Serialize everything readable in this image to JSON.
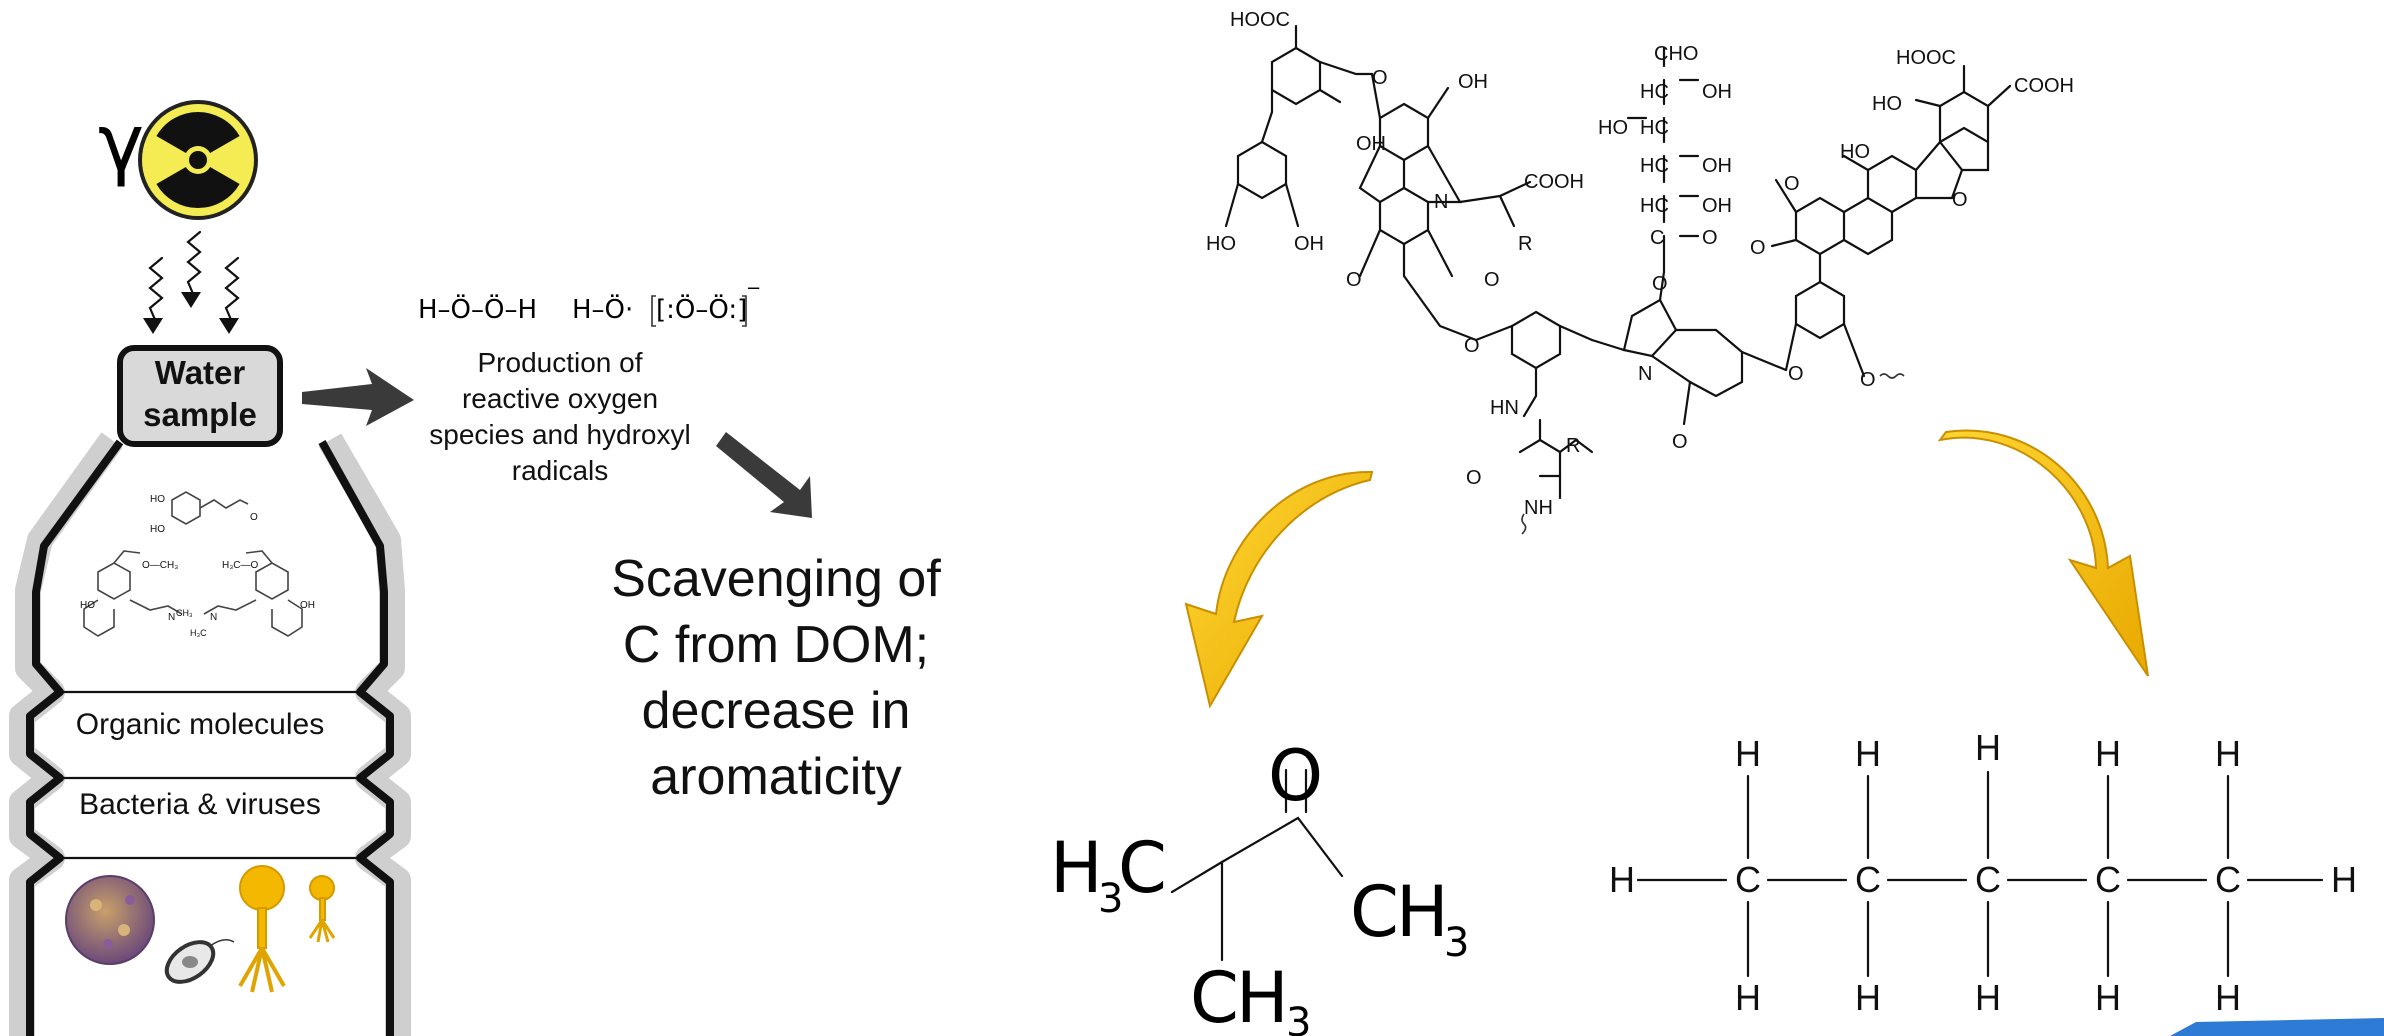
{
  "gamma": {
    "symbol": "γ"
  },
  "sample": {
    "line1": "Water",
    "line2": "sample"
  },
  "compartments": {
    "organic": "Organic molecules",
    "bacteria": "Bacteria & viruses"
  },
  "ros": {
    "species": [
      "H–Ö–Ö–H",
      "H–Ö·",
      "[:Ö–Ö:]"
    ],
    "charge": "−",
    "caption": [
      "Production of",
      "reactive oxygen",
      "species and hydroxyl",
      "radicals"
    ]
  },
  "scavenging": {
    "lines": [
      "Scavenging  of",
      "C from DOM;",
      "decrease in",
      "aromaticity"
    ]
  },
  "dom_labels": {
    "hooc": "HOOC",
    "oh": "OH",
    "o": "O",
    "n": "N",
    "cooh": "COOH",
    "r": "R",
    "cho": "CHO",
    "hc": "HC",
    "ho": "HO",
    "hn": "HN",
    "nh": "NH",
    "c": "C"
  },
  "ketone": {
    "h": "H",
    "c": "C",
    "three": "3",
    "o": "O"
  },
  "alkane": {
    "h": "H",
    "c": "C"
  },
  "colors": {
    "arrow_yellow": "#f5b800",
    "arrow_dark": "#3a3a3a",
    "hazard_yellow": "#f4ec52",
    "corner_blue": "#2e7bd6"
  }
}
